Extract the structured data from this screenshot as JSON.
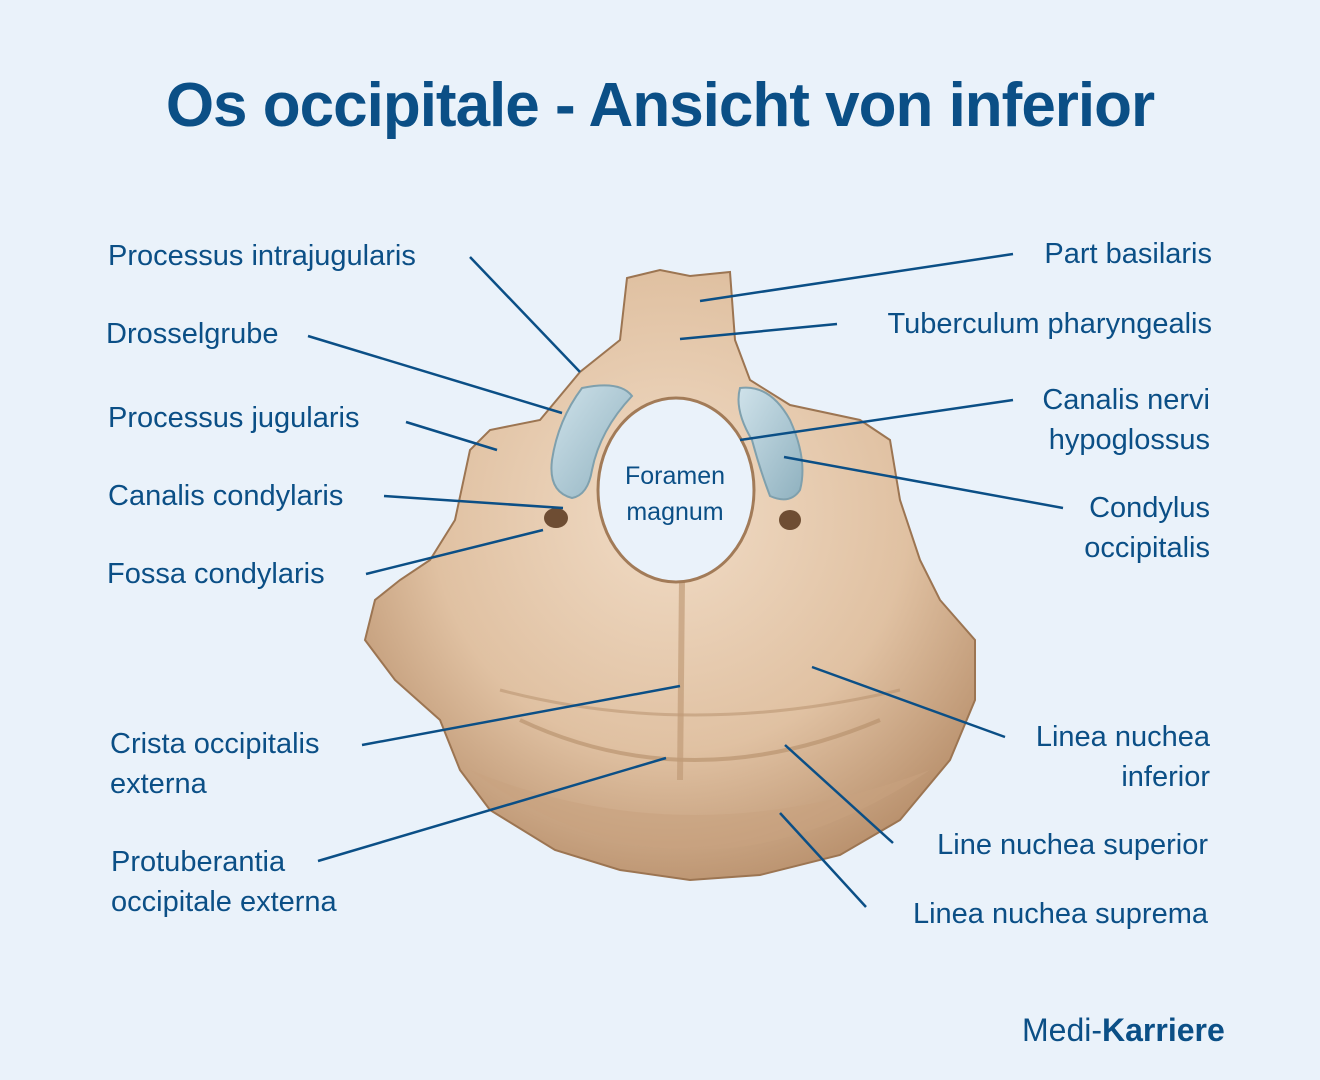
{
  "title": "Os occipitale - Ansicht von inferior",
  "colors": {
    "background": "#eaf2fa",
    "text": "#0b4f86",
    "bone": "#e2c4a6",
    "bone_shadow": "#b8906c",
    "cartilage": "#a9c7d2"
  },
  "center_label": {
    "line1": "Foramen",
    "line2": "magnum"
  },
  "labels_left": [
    {
      "text": "Processus intrajugularis"
    },
    {
      "text": "Drosselgrube"
    },
    {
      "text": "Processus jugularis"
    },
    {
      "text": "Canalis condylaris"
    },
    {
      "text": "Fossa condylaris"
    },
    {
      "line1": "Crista occipitalis",
      "line2": "externa"
    },
    {
      "line1": "Protuberantia",
      "line2": "occipitale externa"
    }
  ],
  "labels_right": [
    {
      "text": "Part basilaris"
    },
    {
      "text": "Tuberculum pharyngealis"
    },
    {
      "line1": "Canalis nervi",
      "line2": "hypoglossus"
    },
    {
      "line1": "Condylus",
      "line2": "occipitalis"
    },
    {
      "line1": "Linea nuchea",
      "line2": "inferior"
    },
    {
      "text": "Line nuchea superior"
    },
    {
      "text": "Linea nuchea suprema"
    }
  ],
  "logo": {
    "part1": "Medi-",
    "part2": "Karriere"
  }
}
